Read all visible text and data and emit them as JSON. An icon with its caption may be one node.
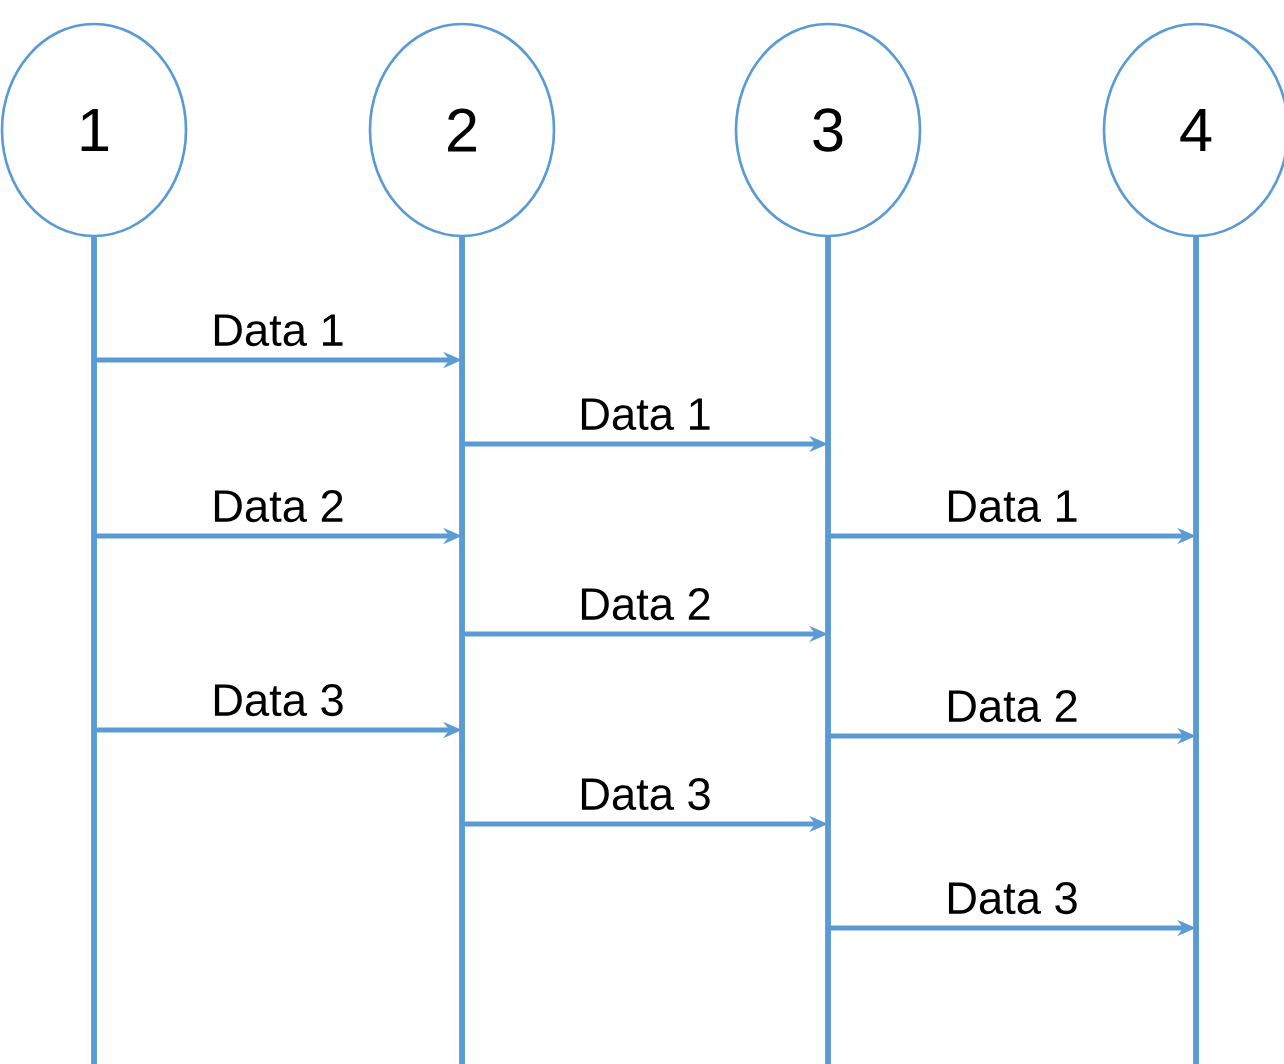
{
  "diagram": {
    "nodes": [
      {
        "text": [
          "1"
        ]
      },
      {
        "text": [
          "2"
        ]
      },
      {
        "text": [
          "3"
        ]
      },
      {
        "text": [
          "4"
        ]
      }
    ],
    "edges": [
      {
        "from": 0,
        "to": 1,
        "arrow": "to",
        "label": "Data 1"
      },
      {
        "from": 1,
        "to": 2,
        "arrow": "to",
        "label": "Data 1"
      },
      {
        "from": 0,
        "to": 1,
        "arrow": "to",
        "label": "Data 2"
      },
      {
        "from": 2,
        "to": 3,
        "arrow": "to",
        "label": "Data 1"
      },
      {
        "from": 1,
        "to": 2,
        "arrow": "to",
        "label": "Data 2"
      },
      {
        "from": 0,
        "to": 1,
        "arrow": "to",
        "label": "Data 3"
      },
      {
        "from": 2,
        "to": 3,
        "arrow": "to",
        "label": "Data 2"
      },
      {
        "from": 1,
        "to": 2,
        "arrow": "to",
        "label": "Data 3"
      },
      {
        "from": 2,
        "to": 3,
        "arrow": "to",
        "label": "Data 3"
      }
    ]
  }
}
